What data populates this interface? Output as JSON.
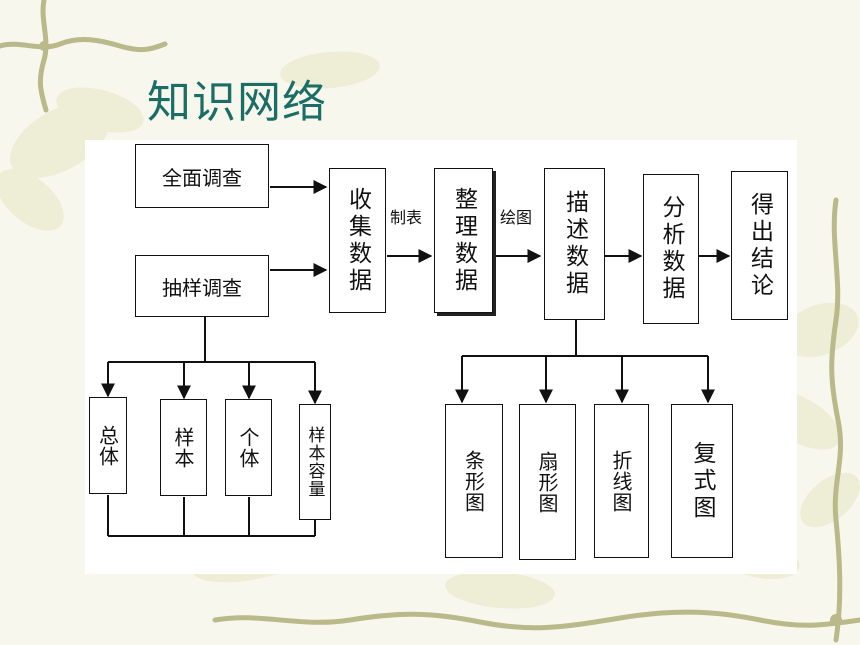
{
  "title": "知识网络",
  "nodes": {
    "full_survey": "全面调查",
    "sample_survey": "抽样调查",
    "collect": "收集数据",
    "organize": "整理数据",
    "describe": "描述数据",
    "analyze": "分析数据",
    "conclude": "得出结论",
    "population": "总体",
    "sample": "样本",
    "individual": "个体",
    "sample_size": "样本容量",
    "bar_chart": "条形图",
    "pie_chart": "扇形图",
    "line_chart": "折线图",
    "composite_chart": "复式图"
  },
  "edge_labels": {
    "tabulate": "制表",
    "plot": "绘图"
  },
  "colors": {
    "title": "#1a6e66",
    "background": "#f8f7ee",
    "vine": "#b9b98a"
  }
}
